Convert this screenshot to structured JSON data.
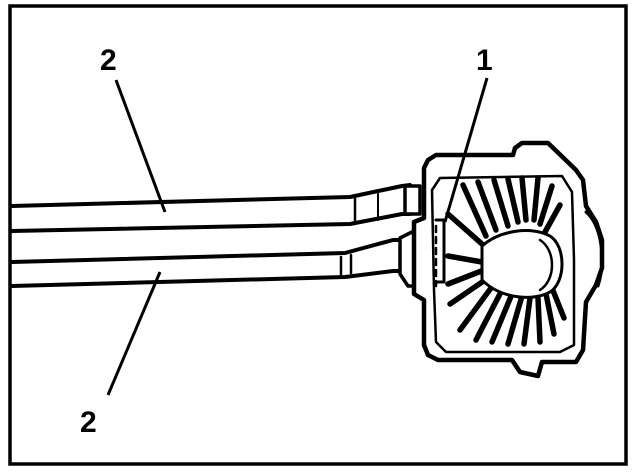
{
  "figure": {
    "ink_color": "#000000",
    "paper_color": "#ffffff",
    "callouts": [
      {
        "id": "label-1",
        "text": "1",
        "refers_to": "connector"
      },
      {
        "id": "label-2-top",
        "text": "2",
        "refers_to": "upper-tube"
      },
      {
        "id": "label-2-bottom",
        "text": "2",
        "refers_to": "lower-tube"
      }
    ]
  }
}
